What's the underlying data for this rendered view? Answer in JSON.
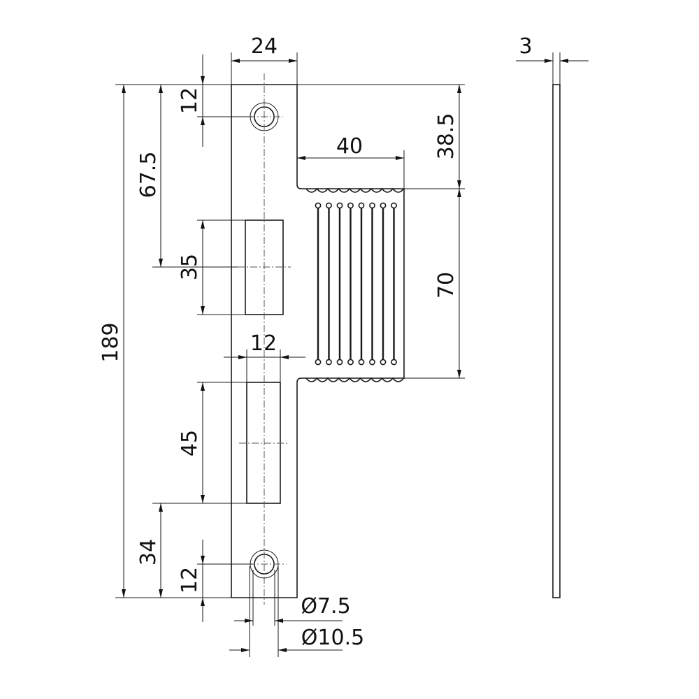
{
  "dimensions": {
    "plate_width": "24",
    "thickness": "3",
    "top_hole_offset": "12",
    "upper_opening_pos": "67.5",
    "total_height": "189",
    "upper_opening_height": "35",
    "opening_width": "12",
    "lower_opening_height": "45",
    "lower_opening_pos": "34",
    "bottom_hole_offset": "12",
    "wing_offset": "38.5",
    "wing_height": "70",
    "wing_width": "40",
    "hole_inner_diameter": "Ø7.5",
    "hole_outer_diameter": "Ø10.5"
  }
}
